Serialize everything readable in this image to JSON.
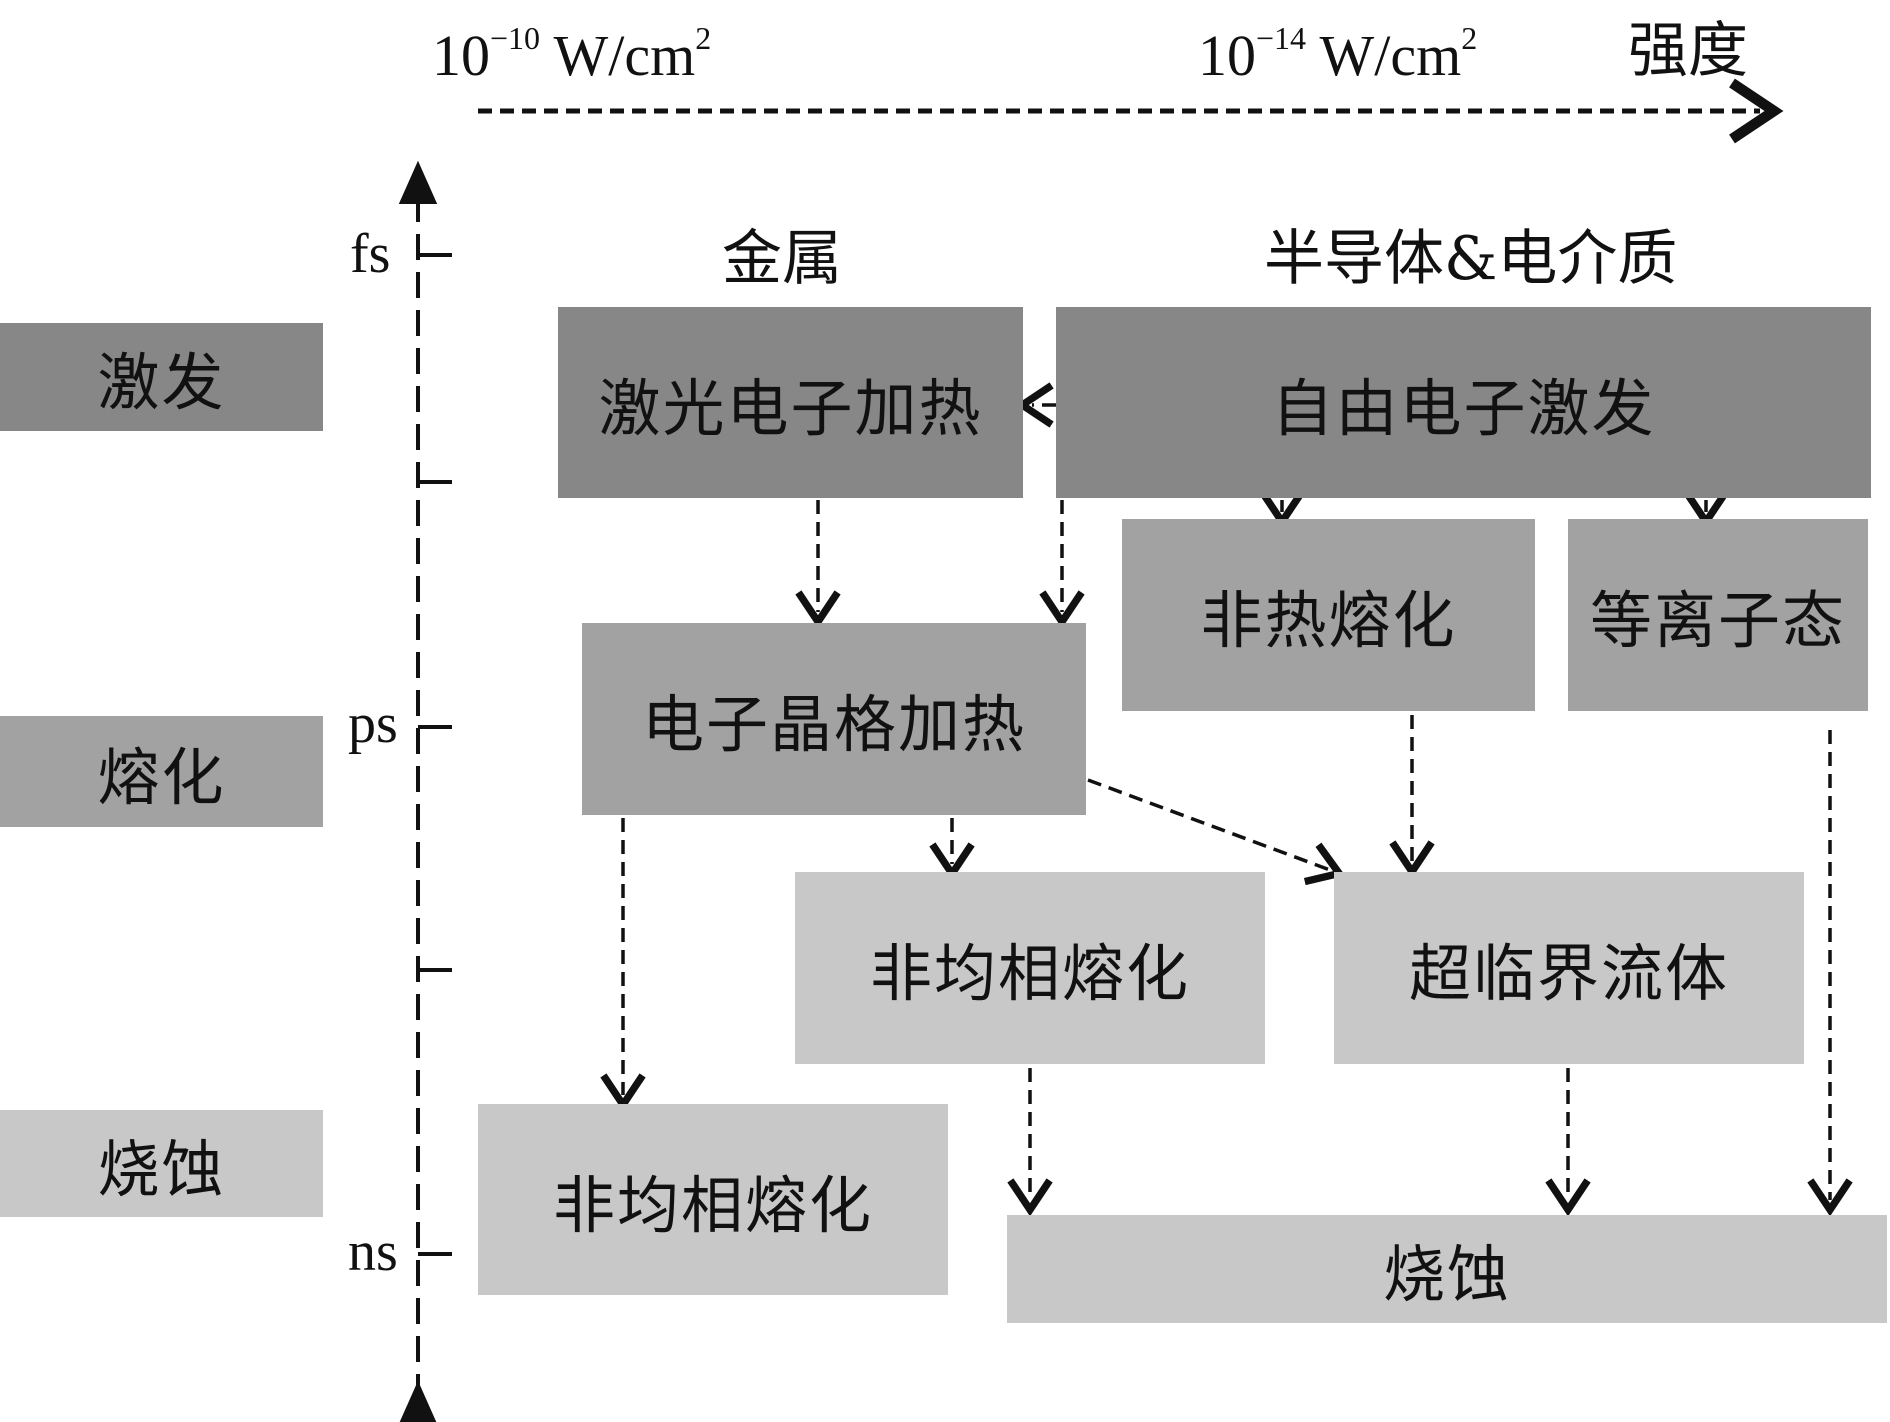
{
  "intensity_axis": {
    "low_label": {
      "base": "10",
      "exp": "−10",
      "unit": " W/cm",
      "unit_exp": "2"
    },
    "high_label": {
      "base": "10",
      "exp": "−14",
      "unit": " W/cm",
      "unit_exp": "2"
    },
    "title": "强度"
  },
  "time_axis": {
    "ticks": [
      "fs",
      "",
      "ps",
      "",
      "ns"
    ]
  },
  "stages": [
    "激发",
    "熔化",
    "烧蚀"
  ],
  "columns": {
    "metal": "金属",
    "semiconductor": "半导体&电介质"
  },
  "nodes": {
    "laser_electron_heating": "激光电子加热",
    "free_electron_excitation": "自由电子激发",
    "nonthermal_melting": "非热熔化",
    "plasma": "等离子态",
    "electron_lattice_heating": "电子晶格加热",
    "heterogeneous_melting_mid": "非均相熔化",
    "supercritical_fluid": "超临界流体",
    "heterogeneous_melting_bottom": "非均相熔化",
    "ablation": "烧蚀"
  },
  "colors": {
    "dark": "#878787",
    "mid": "#a2a2a2",
    "light": "#c8c8c8"
  }
}
